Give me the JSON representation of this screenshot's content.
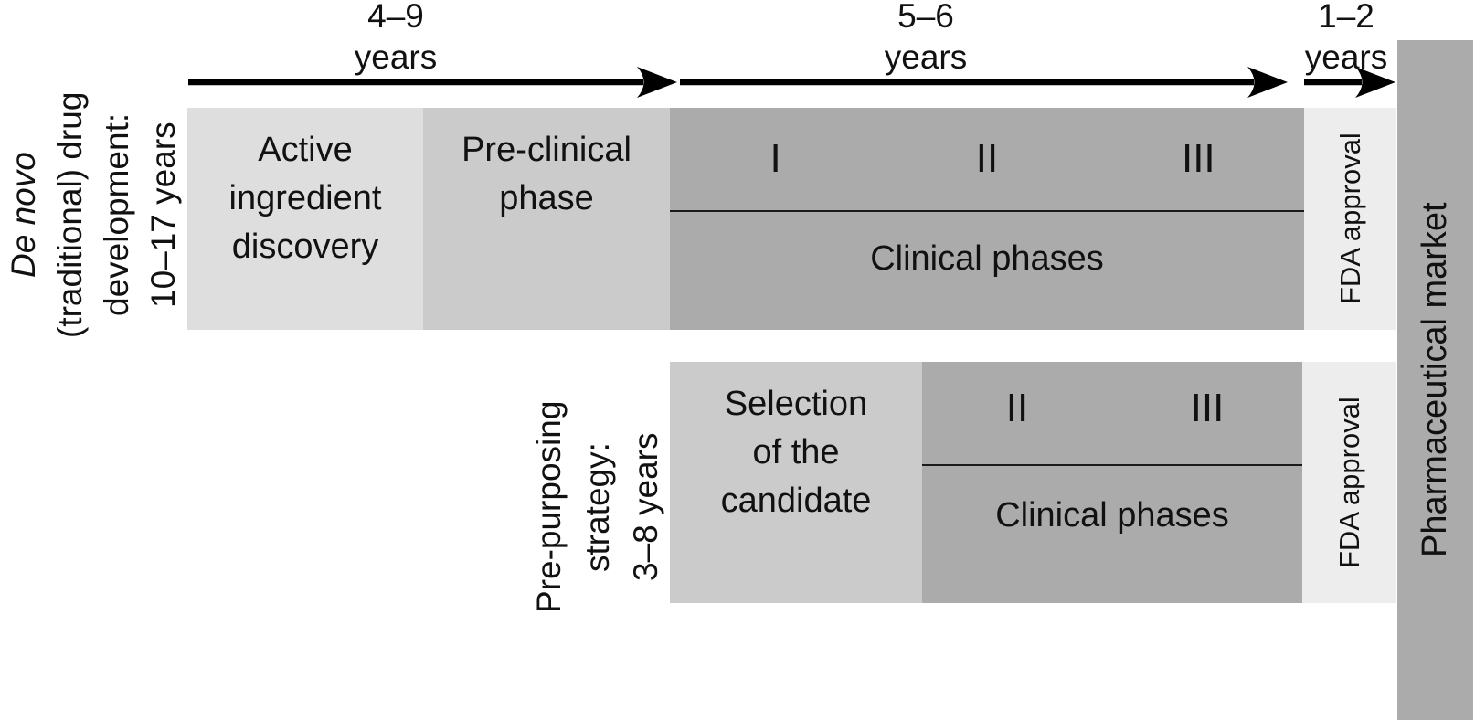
{
  "arrows": {
    "discovery_phase": {
      "duration": "4–9",
      "unit": "years"
    },
    "clinical_phase": {
      "duration": "5–6",
      "unit": "years"
    },
    "approval_phase": {
      "duration": "1–2",
      "unit": "years"
    }
  },
  "de_novo_row": {
    "side_label_lines": [
      "De novo",
      "(traditional) drug",
      "development:",
      "10–17 years"
    ],
    "discovery_box_lines": [
      "Active",
      "ingredient",
      "discovery"
    ],
    "preclinical_box_lines": [
      "Pre-clinical",
      "phase"
    ],
    "clinical_box": {
      "phase_numerals": [
        "I",
        "II",
        "III"
      ],
      "label": "Clinical phases"
    },
    "fda_label": "FDA approval"
  },
  "repurposing_row": {
    "side_label_lines": [
      "Pre-purposing",
      "strategy:",
      "3–8 years"
    ],
    "selection_box_lines": [
      "Selection",
      "of the",
      "candidate"
    ],
    "clinical_box": {
      "phase_numerals": [
        "II",
        "III"
      ],
      "label": "Clinical phases"
    },
    "fda_label": "FDA approval"
  },
  "market_label": "Pharmaceutical market",
  "colors": {
    "discovery_box": "#dedede",
    "medium_box": "#cbcbcb",
    "clinical_box": "#ababab",
    "fda_box": "#ededed",
    "market_bar": "#ababab",
    "arrow": "#000000",
    "text": "#111111",
    "background": "#ffffff"
  }
}
